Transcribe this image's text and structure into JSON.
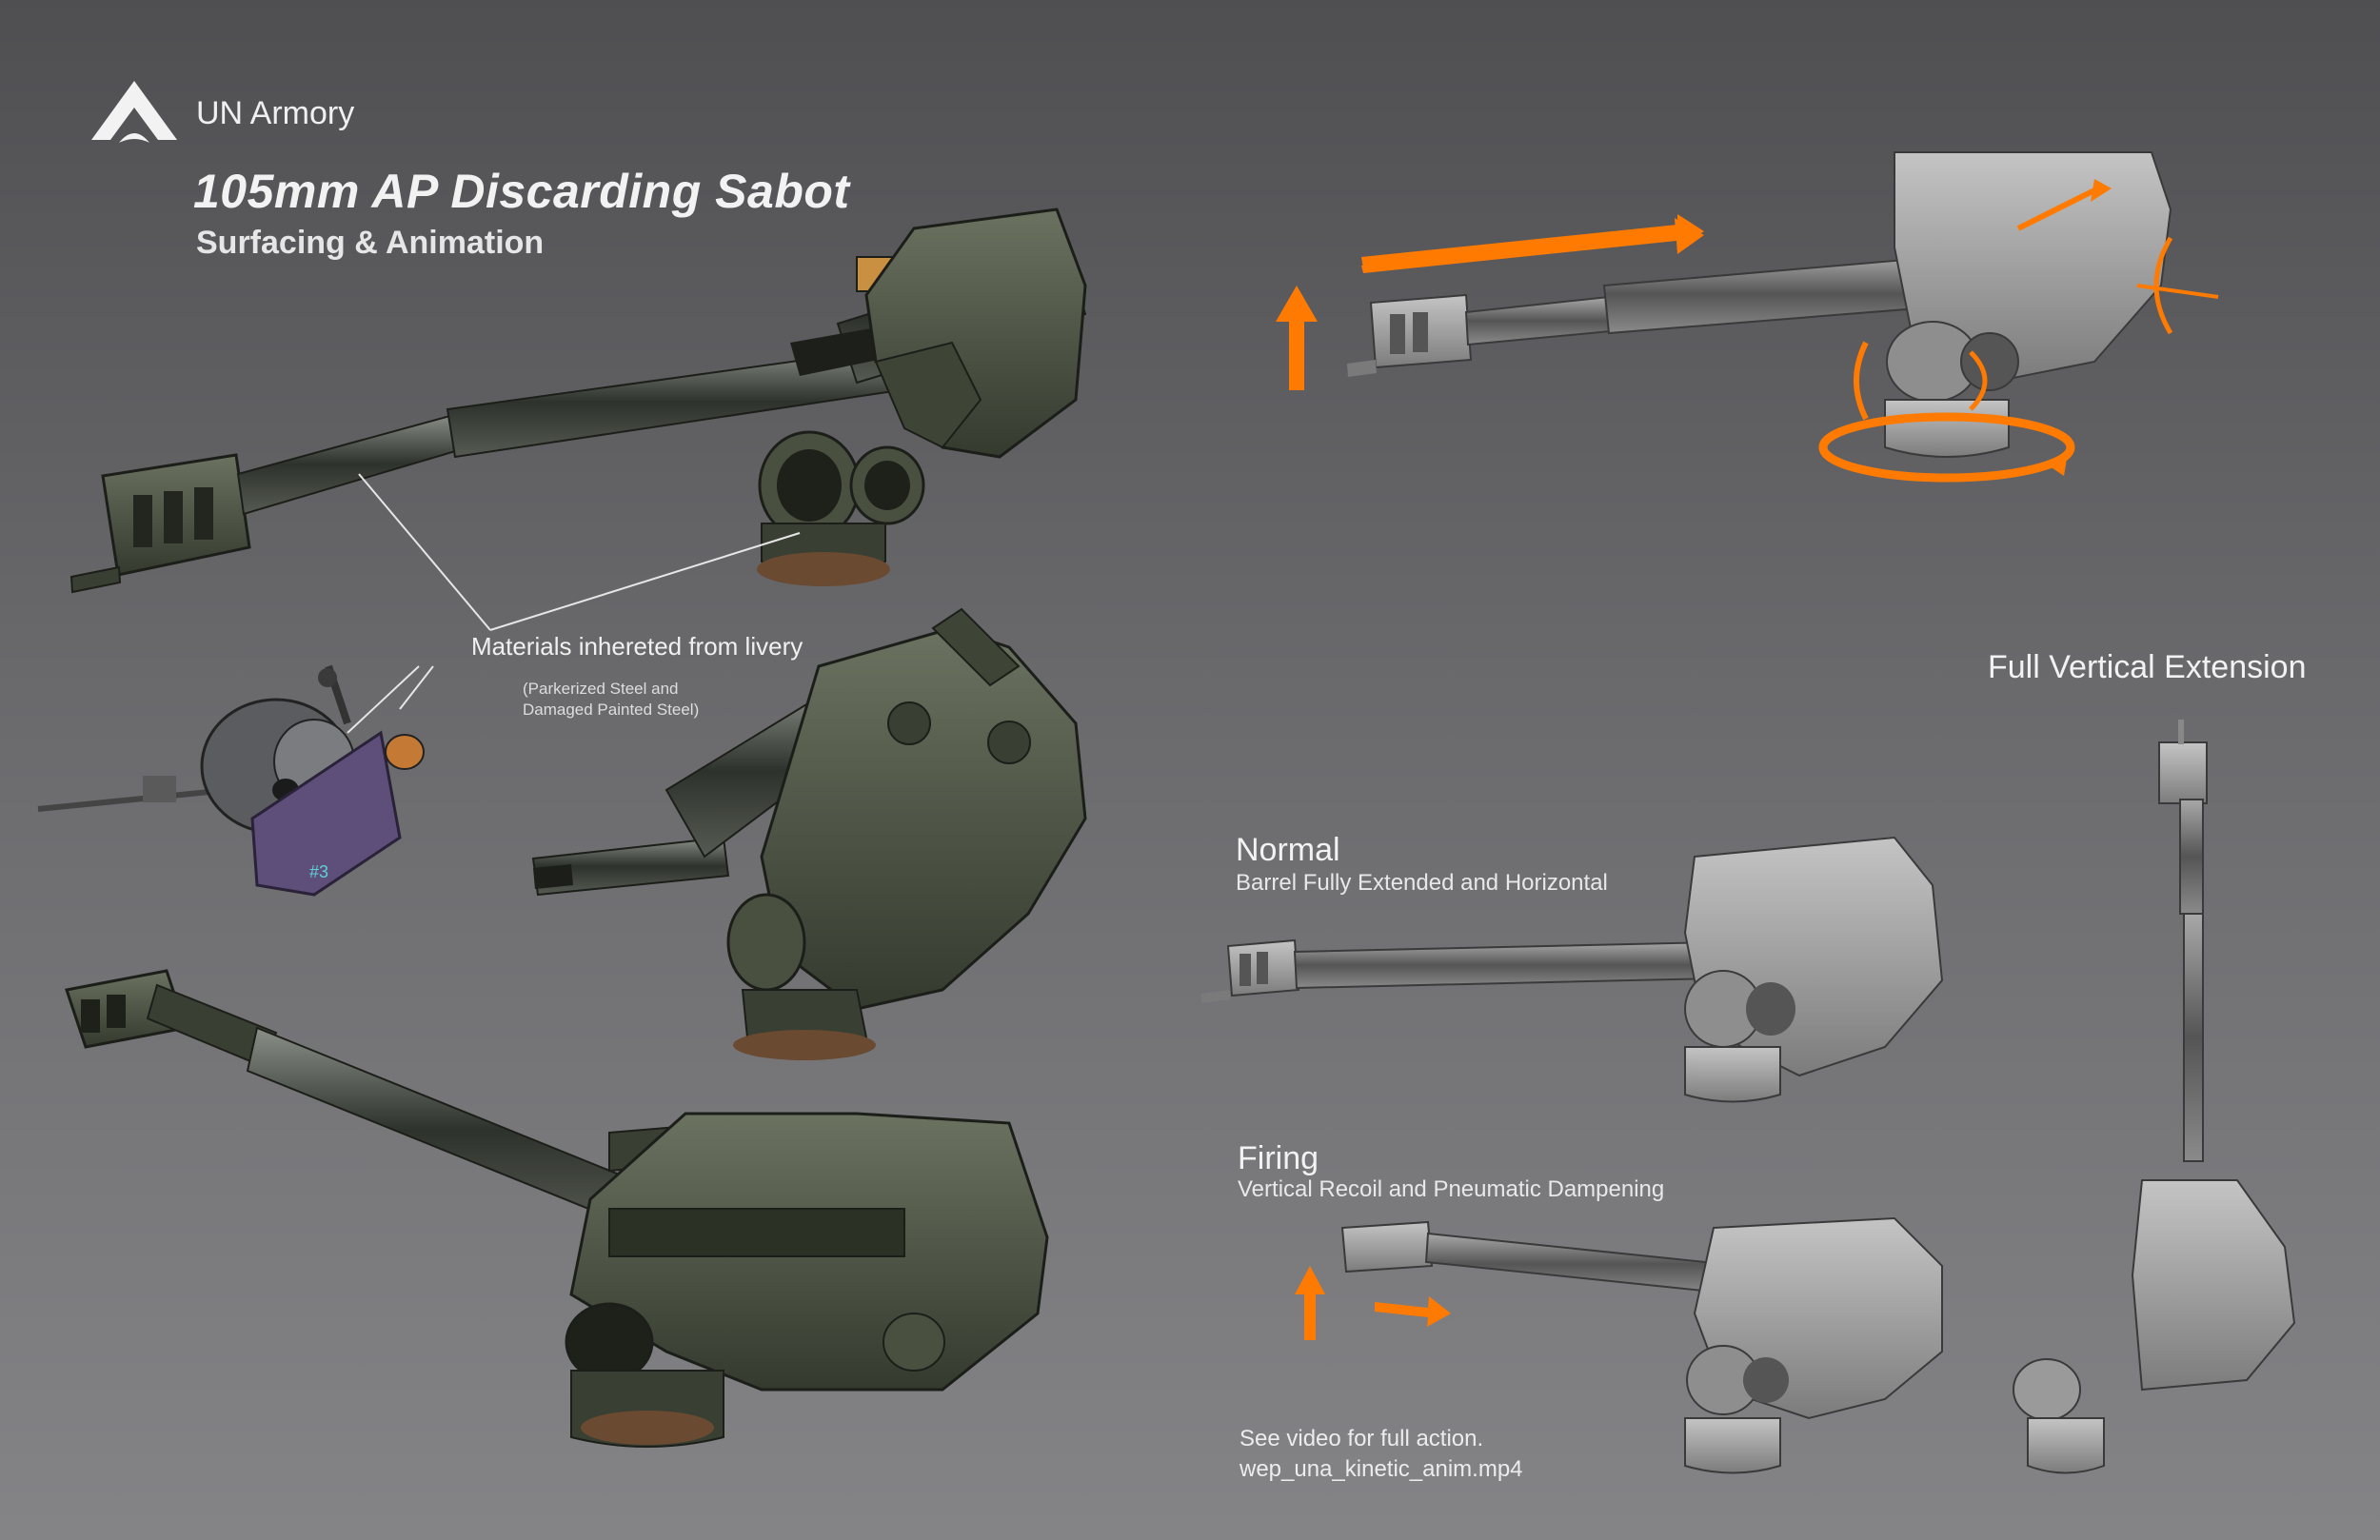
{
  "brand": {
    "name": "UN Armory",
    "logo_icon": "un-armory-logo-icon"
  },
  "title": {
    "main": "105mm AP Discarding Sabot",
    "subtitle": "Surfacing & Animation"
  },
  "materials_note": {
    "label": "Materials inhereted from livery",
    "detail_line1": "(Parkerized Steel and",
    "detail_line2": "Damaged Painted Steel)"
  },
  "animation": {
    "full_vertical": {
      "heading": "Full Vertical Extension"
    },
    "normal": {
      "heading": "Normal",
      "caption": "Barrel Fully Extended and Horizontal"
    },
    "firing": {
      "heading": "Firing",
      "caption": "Vertical Recoil and Pneumatic Dampening"
    }
  },
  "footer": {
    "line1": "See video for full action.",
    "line2": "wep_una_kinetic_anim.mp4"
  },
  "colors": {
    "background_top": "#4f4f52",
    "background_bottom": "#848487",
    "accent_arrow": "#ff7a00",
    "painted_steel": "#4e5444",
    "clay_render": "#9a9a9a",
    "rust": "#b8551c"
  }
}
